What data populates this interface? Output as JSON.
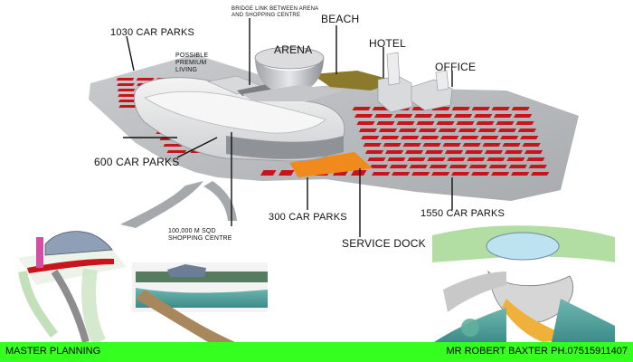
{
  "labels": {
    "car_parks_1030": "1030 CAR PARKS",
    "bridge_link": "BRIDGE LINK BETWEEN ARENA AND SHOPPING CENTRE",
    "beach": "BEACH",
    "arena": "ARENA",
    "premium_living": "POSSIBLE PREMIUM LIVING",
    "hotel": "HOTEL",
    "office": "OFFICE",
    "car_parks_600": "600 CAR PARKS",
    "shopping_centre": "100,000 M SQD SHOPPING CENTRE",
    "car_parks_300": "300 CAR PARKS",
    "car_parks_1550": "1550 CAR PARKS",
    "service_dock": "SERVICE DOCK"
  },
  "footer": {
    "left": "MASTER PLANNING",
    "right": "MR ROBERT BAXTER PH.07515911407"
  },
  "colors": {
    "footer_bg": "#35ff1f",
    "parking_red": "#c8141a",
    "ground_grey": "#b9bcbe",
    "building_white": "#e9e9ea",
    "service_orange": "#f08a1c",
    "beach_olive": "#8c7a2c"
  }
}
